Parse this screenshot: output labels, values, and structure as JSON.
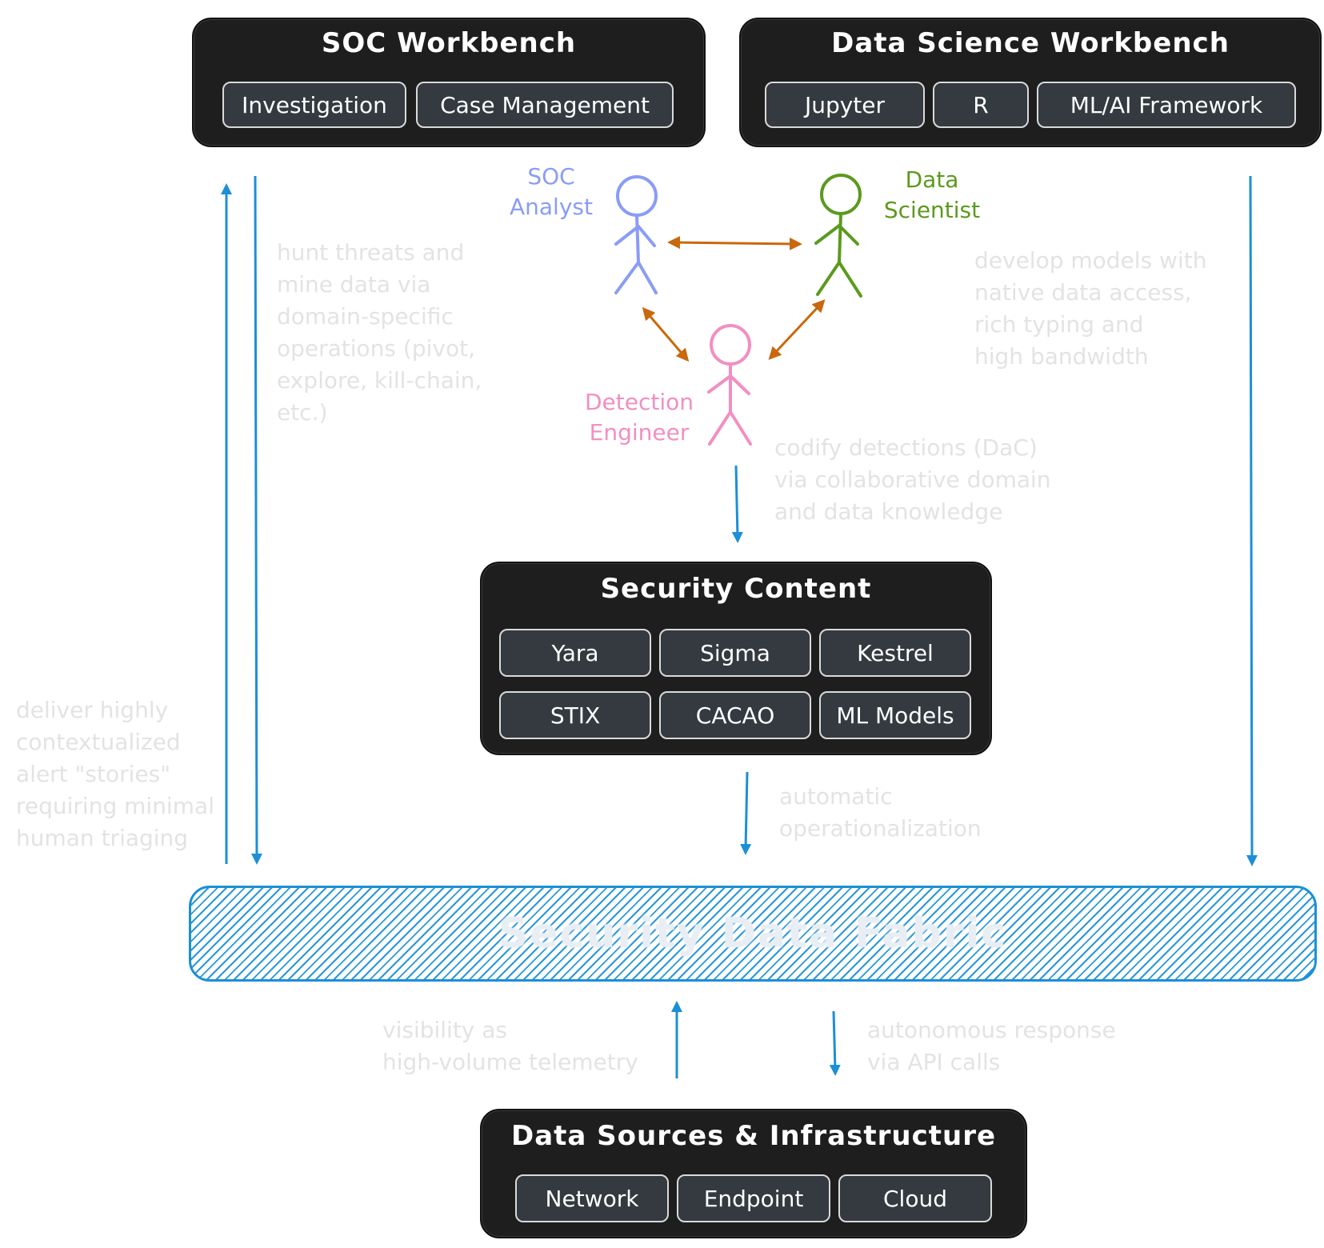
{
  "soc_workbench": {
    "title": "SOC Workbench",
    "items": [
      "Investigation",
      "Case Management"
    ]
  },
  "ds_workbench": {
    "title": "Data Science Workbench",
    "items": [
      "Jupyter",
      "R",
      "ML/AI Framework"
    ]
  },
  "actors": {
    "soc_analyst": {
      "label": "SOC\nAnalyst",
      "color": "#8a9cf6"
    },
    "data_scientist": {
      "label": "Data\nScientist",
      "color": "#5b9a1e"
    },
    "detection_engineer": {
      "label": "Detection\nEngineer",
      "color": "#f28fc1"
    }
  },
  "notes": {
    "hunt": "hunt threats and\nmine data via\ndomain-specific\noperations (pivot,\nexplore, kill-chain,\netc.)",
    "develop": "develop models with\nnative data access,\nrich typing and\nhigh bandwidth",
    "codify": "codify detections (DaC)\nvia collaborative domain\nand data knowledge",
    "deliver": "deliver highly\ncontextualized\nalert \"stories\"\nrequiring minimal\nhuman triaging",
    "automatic": "automatic\noperationalization",
    "visibility": "visibility as\nhigh-volume telemetry",
    "autonomous": "autonomous response\nvia API calls"
  },
  "security_content": {
    "title": "Security Content",
    "items": [
      "Yara",
      "Sigma",
      "Kestrel",
      "STIX",
      "CACAO",
      "ML Models"
    ]
  },
  "fabric": {
    "title": "Security Data Fabric"
  },
  "data_sources": {
    "title": "Data Sources & Infrastructure",
    "items": [
      "Network",
      "Endpoint",
      "Cloud"
    ]
  },
  "colors": {
    "arrow_blue": "#1c8fd6",
    "arrow_orange": "#c9680d",
    "box_dark": "#1e1e1e",
    "chip": "#343a40",
    "note_text": "#e3e3e3"
  }
}
